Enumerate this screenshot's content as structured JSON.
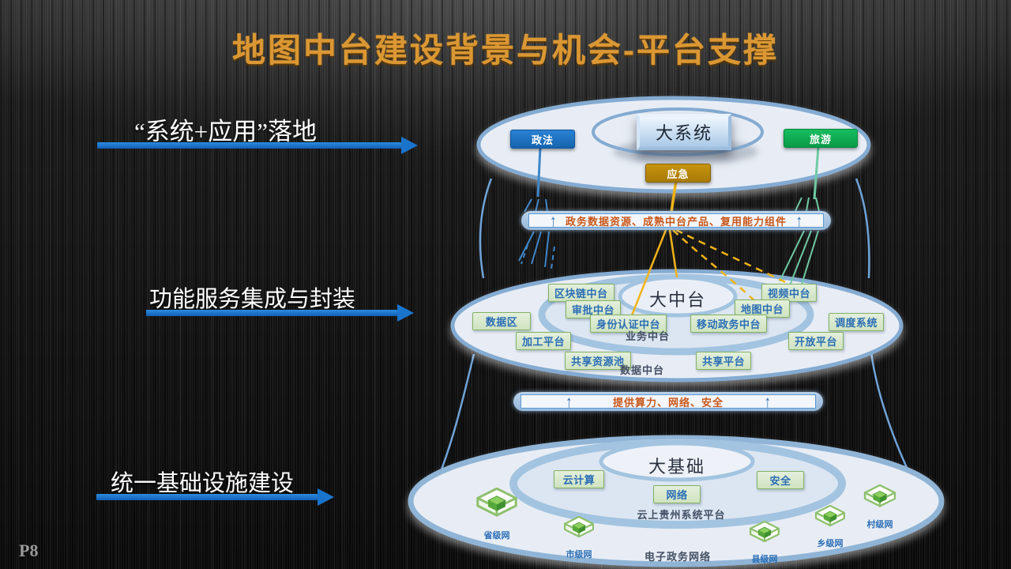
{
  "slide": {
    "title": "地图中台建设背景与机会-平台支撑",
    "page_number": "P8"
  },
  "left_annotations": [
    {
      "label": "“系统+应用”落地"
    },
    {
      "label": "功能服务集成与封装"
    },
    {
      "label": "统一基础设施建设"
    }
  ],
  "top_layer": {
    "center_label": "大系统",
    "app_boxes": [
      {
        "label": "政法",
        "color": "#1a6fc0"
      },
      {
        "label": "旅游",
        "color": "#0fae55"
      },
      {
        "label": "应急",
        "color": "#bd8b0e"
      }
    ]
  },
  "capability_bar": {
    "text": "政务数据资源、成熟中台产品、复用能力组件",
    "up_arrow": "↑"
  },
  "middle_layer": {
    "center_label": "大中台",
    "platform_boxes": [
      "区块链中台",
      "审批中台",
      "身份认证中台",
      "视频中台",
      "地图中台",
      "数据区",
      "移动政务中台",
      "调度系统",
      "加工平台",
      "开放平台",
      "共享资源池",
      "共享平台"
    ],
    "ring_labels": [
      "业务中台",
      "数据中台"
    ]
  },
  "infra_bar": {
    "text": "提供算力、网络、安全",
    "up_arrow": "↑"
  },
  "bottom_layer": {
    "center_label": "大基础",
    "resource_boxes": [
      "云计算",
      "安全",
      "网络"
    ],
    "ring_labels": [
      "云上贵州系统平台",
      "电子政务网络"
    ],
    "network_nodes": [
      "省级网",
      "市级网",
      "县级网",
      "乡级网",
      "村级网"
    ]
  },
  "colors": {
    "title": "#db9733",
    "background": "#151515",
    "ellipse_fill": "#e8edf5",
    "ellipse_border": "#84abd2",
    "bar_text": "#c7571a",
    "arrow_blue": "#1a74cc",
    "green_box_fill": "#d9e9cf",
    "green_box_border": "#82b163",
    "green_box_text": "#2a6db5",
    "line_yellow": "#f2b318",
    "line_green": "#6fcaa5",
    "line_blue": "#3f87c9"
  }
}
